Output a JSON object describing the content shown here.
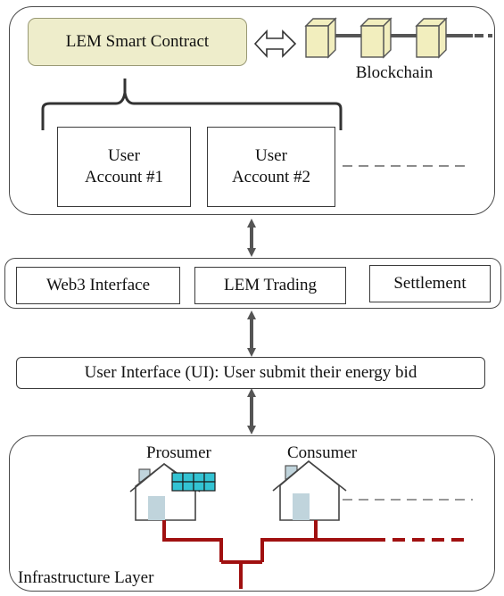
{
  "blockchain_layer": {
    "smart_contract_label": "LEM Smart Contract",
    "blockchain_label": "Blockchain",
    "accounts": [
      {
        "line1": "User",
        "line2": "Account #1"
      },
      {
        "line1": "User",
        "line2": "Account #2"
      }
    ]
  },
  "middle_layer": {
    "items": [
      "Web3 Interface",
      "LEM Trading",
      "Settlement"
    ]
  },
  "ui_layer": {
    "label": "User Interface (UI): User submit their energy bid"
  },
  "infrastructure_layer": {
    "label": "Infrastructure Layer",
    "prosumer_label": "Prosumer",
    "consumer_label": "Consumer"
  },
  "colors": {
    "smart_contract_fill": "#eeedcb",
    "block_fill": "#f2eebe",
    "solar_panel": "#33c3d3",
    "window_fill": "#c0d4dc",
    "grid_line": "#a01010",
    "arrow": "#555555"
  }
}
